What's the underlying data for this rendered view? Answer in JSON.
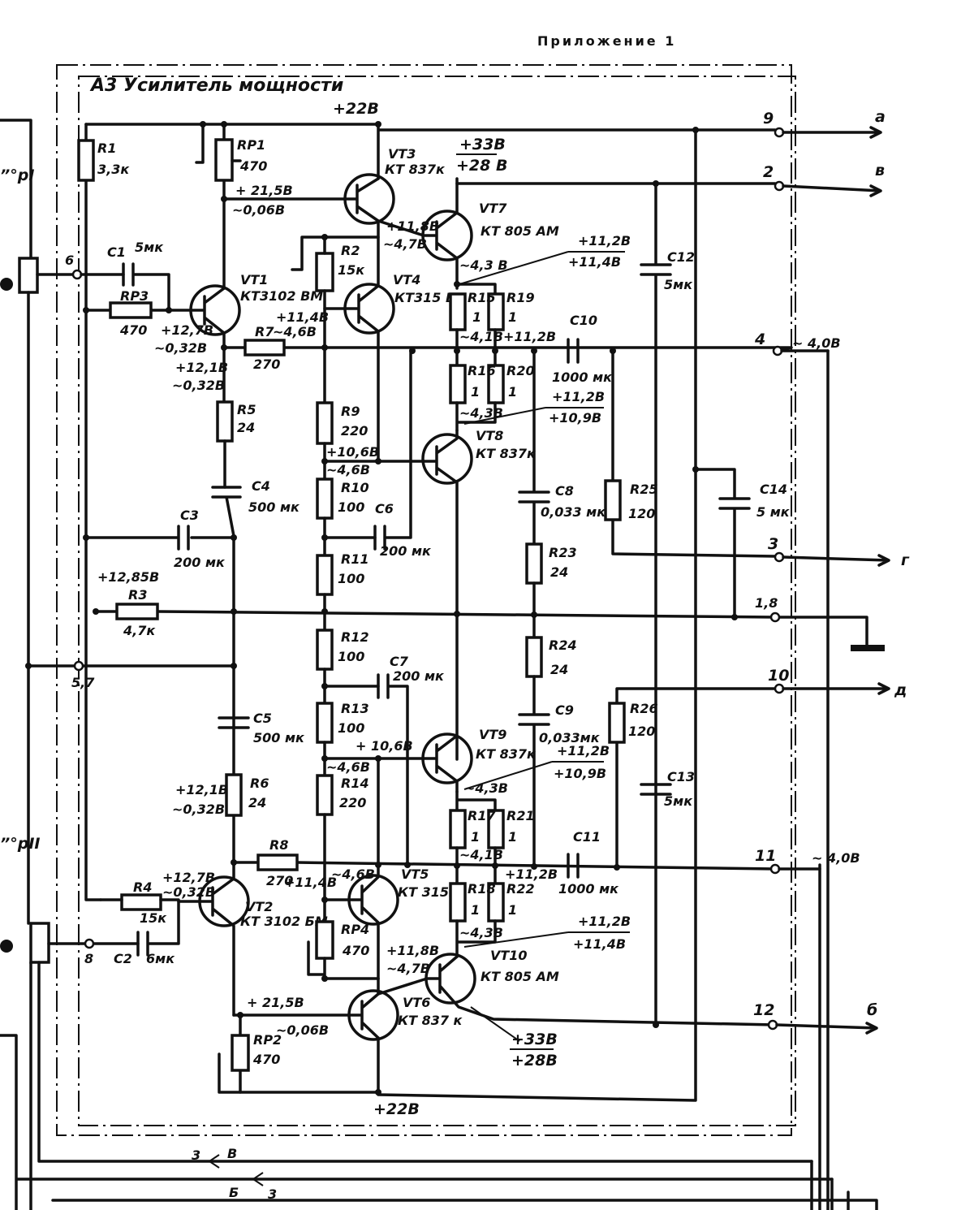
{
  "header": {
    "appendix": "Приложение 1"
  },
  "block": {
    "title": "А3   Усилитель мощности"
  },
  "left_labels": {
    "pi": "”°pI",
    "pii": "”°pII"
  },
  "rails": {
    "top": "+22В",
    "bottom": "+22В"
  },
  "transistors": [
    {
      "ref": "VT1",
      "type": "КТ3102 ВМ"
    },
    {
      "ref": "VT2",
      "type": "КТ 3102 БМ"
    },
    {
      "ref": "VT3",
      "type": "КТ 837к"
    },
    {
      "ref": "VT4",
      "type": "КТ315 Б"
    },
    {
      "ref": "VT5",
      "type": "КТ 315Б"
    },
    {
      "ref": "VT6",
      "type": "КТ 837 к"
    },
    {
      "ref": "VT7",
      "type": "КТ 805 АМ"
    },
    {
      "ref": "VT8",
      "type": "КТ 837к"
    },
    {
      "ref": "VT9",
      "type": "КТ 837к"
    },
    {
      "ref": "VT10",
      "type": "КТ 805 АМ"
    }
  ],
  "resistors": [
    {
      "ref": "R1",
      "value": "3,3к"
    },
    {
      "ref": "RP1",
      "value": "470"
    },
    {
      "ref": "R2",
      "value": "15к"
    },
    {
      "ref": "RP3",
      "value": "470"
    },
    {
      "ref": "R7",
      "value": "270"
    },
    {
      "ref": "R5",
      "value": "24"
    },
    {
      "ref": "R9",
      "value": "220"
    },
    {
      "ref": "R10",
      "value": "100"
    },
    {
      "ref": "R11",
      "value": "100"
    },
    {
      "ref": "R3",
      "value": "4,7к"
    },
    {
      "ref": "R12",
      "value": "100"
    },
    {
      "ref": "R13",
      "value": "100"
    },
    {
      "ref": "R14",
      "value": "220"
    },
    {
      "ref": "R6",
      "value": "24"
    },
    {
      "ref": "R8",
      "value": "270"
    },
    {
      "ref": "R4",
      "value": "15к"
    },
    {
      "ref": "RP4",
      "value": "470"
    },
    {
      "ref": "RP2",
      "value": "470"
    },
    {
      "ref": "R15",
      "value": "1"
    },
    {
      "ref": "R19",
      "value": "1"
    },
    {
      "ref": "R16",
      "value": "1"
    },
    {
      "ref": "R20",
      "value": "1"
    },
    {
      "ref": "R23",
      "value": "24"
    },
    {
      "ref": "R24",
      "value": "24"
    },
    {
      "ref": "R25",
      "value": "120"
    },
    {
      "ref": "R26",
      "value": "120"
    },
    {
      "ref": "R17",
      "value": "1"
    },
    {
      "ref": "R21",
      "value": "1"
    },
    {
      "ref": "R18",
      "value": "1"
    },
    {
      "ref": "R22",
      "value": "1"
    }
  ],
  "capacitors": [
    {
      "ref": "C1",
      "value": "5мк"
    },
    {
      "ref": "C2",
      "value": "6мк"
    },
    {
      "ref": "C3",
      "value": "200 мк"
    },
    {
      "ref": "C4",
      "value": "500 мк"
    },
    {
      "ref": "C5",
      "value": "500 мк"
    },
    {
      "ref": "C6",
      "value": "200 мк"
    },
    {
      "ref": "C7",
      "value": "200 мк"
    },
    {
      "ref": "C8",
      "value": "0,033 мк"
    },
    {
      "ref": "C9",
      "value": "0,033мк"
    },
    {
      "ref": "C10",
      "value": "1000 мк"
    },
    {
      "ref": "C11",
      "value": "1000 мк"
    },
    {
      "ref": "C12",
      "value": "5мк"
    },
    {
      "ref": "C13",
      "value": "5мк"
    },
    {
      "ref": "C14",
      "value": "5 мк"
    }
  ],
  "voltages": {
    "v_rp1": "+ 21,5В",
    "v_rp1_ac": "~0,06В",
    "v_vt1_b": "+12,7В",
    "v_vt1_b_ac": "~0,32В",
    "v_vt1_e": "+12,1В",
    "v_vt1_e_ac": "~0,32В",
    "v_r7": "+11,4В",
    "v_r7_ac": "~4,6В",
    "v_vt3_e": "+11,8В",
    "v_vt3_e_ac": "~4,7В",
    "v_vt7_top": "+33В",
    "v_vt7_top2": "+28 В",
    "v_vt7_e": "~4,3 В",
    "v_vt7_r": "+11,2В",
    "v_vt7_r2": "+11,4В",
    "v_r15": "~4,1В",
    "v_r19": "+11,2В",
    "v_vt8_e": "~4,3В",
    "v_vt8_r": "+11,2В",
    "v_vt8_r2": "+10,9В",
    "v_r10": "+10,6В",
    "v_r10_ac": "~4,6В",
    "v_r3": "+12,85В",
    "v_vt9_b": "+ 10,6В",
    "v_vt9_b_ac": "~4,6В",
    "v_vt9_e": "~4,3В",
    "v_vt9_r": "+11,2В",
    "v_vt9_r2": "+10,9В",
    "v_vt2_e": "+12,1В",
    "v_vt2_e_ac": "~0,32В",
    "v_vt2_b": "+12,7В",
    "v_vt2_b_ac": "~0,32В",
    "v_r8": "+11,4В",
    "v_r8_ac": "~4,6В",
    "v_r17": "~4,1В",
    "v_r22": "+11,2В",
    "v_vt10_e": "~4,3В",
    "v_vt10_r": "+11,2В",
    "v_vt10_r2": "+11,4В",
    "v_vt6_e": "+11,8В",
    "v_vt6_e_ac": "~4,7В",
    "v_rp2": "+ 21,5В",
    "v_rp2_ac": "~0,06В",
    "v_vt10_bot": "+33В",
    "v_vt10_bot2": "+28В",
    "v_out4": "~ 4,0В",
    "v_out11": "~ 4,0В"
  },
  "terminals": {
    "t9": "9",
    "t2": "2",
    "t4": "4",
    "t3": "3",
    "t1_8": "1,8",
    "t10": "10",
    "t11": "11",
    "t12": "12",
    "t6": "6",
    "t8": "8",
    "t57": "5,7"
  },
  "outputs": {
    "a": "а",
    "b1": "в",
    "g": "г",
    "d": "д",
    "b2": "б"
  },
  "bottom_arrows": {
    "a_num": "3",
    "a_let": "В",
    "b_let": "Б",
    "b_num": "3"
  }
}
